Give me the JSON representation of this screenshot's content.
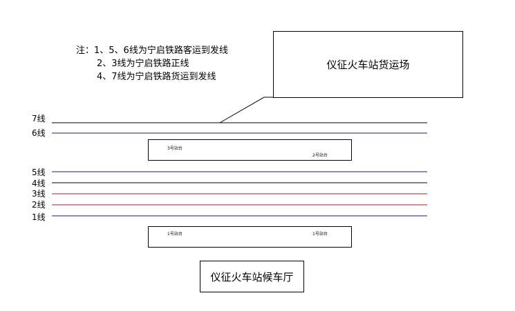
{
  "note": {
    "line1": "注：1、5、6线为宁启铁路客运到发线",
    "line2": "2、3线为宁启铁路正线",
    "line3": "4、7线为宁启铁路货运到发线"
  },
  "cargo_yard": "仪征火车站货运场",
  "waiting_hall": "仪征火车站候车厅",
  "tracks": [
    {
      "label": "7线",
      "color": "#000000"
    },
    {
      "label": "6线",
      "color": "#1a1a7a"
    },
    {
      "label": "5线",
      "color": "#1a1a7a"
    },
    {
      "label": "4线",
      "color": "#000000"
    },
    {
      "label": "3线",
      "color": "#b01818"
    },
    {
      "label": "2线",
      "color": "#b01818"
    },
    {
      "label": "1线",
      "color": "#1a1a7a"
    }
  ],
  "platforms": {
    "upper": {
      "label_left": "3号站台",
      "label_right": "2号站台"
    },
    "lower": {
      "label_left": "1号站台",
      "label_right": "1号站台"
    }
  }
}
